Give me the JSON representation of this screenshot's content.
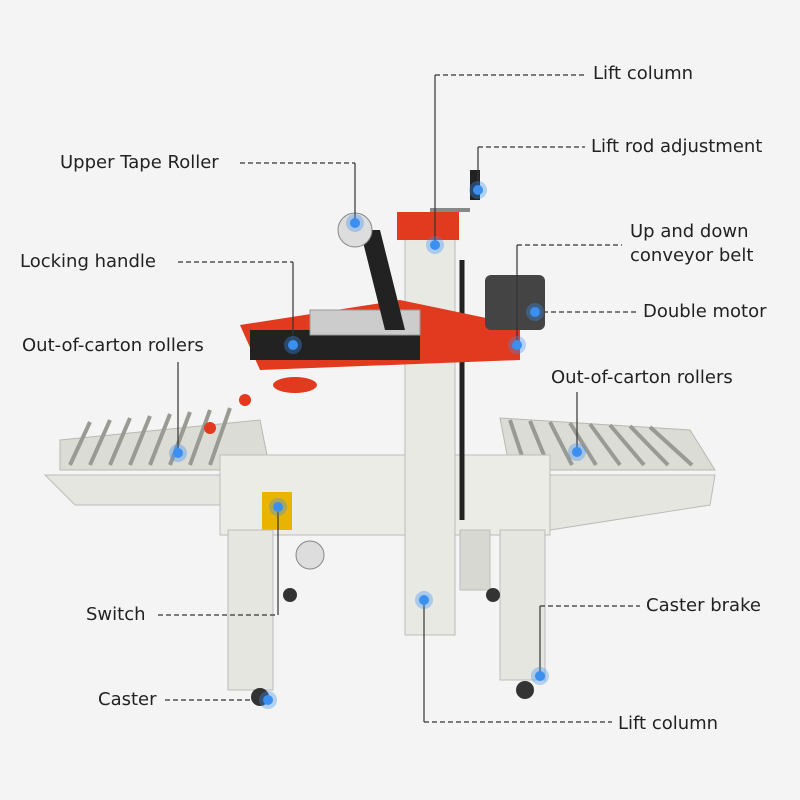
{
  "callouts": {
    "lift_column_top": "Lift column",
    "lift_rod_adjustment": "Lift rod adjustment",
    "upper_tape_roller": "Upper Tape Roller",
    "up_down_belt_line1": "Up and down",
    "up_down_belt_line2": "conveyor belt",
    "double_motor": "Double motor",
    "locking_handle": "Locking handle",
    "rollers_left": "Out-of-carton rollers",
    "rollers_right": "Out-of-carton rollers",
    "switch": "Switch",
    "caster": "Caster",
    "caster_brake": "Caster brake",
    "lift_column_bottom": "Lift column"
  },
  "colors": {
    "marker": "#3a8ff0",
    "frame": "#e2e2dc",
    "accent": "#e23a1e"
  }
}
